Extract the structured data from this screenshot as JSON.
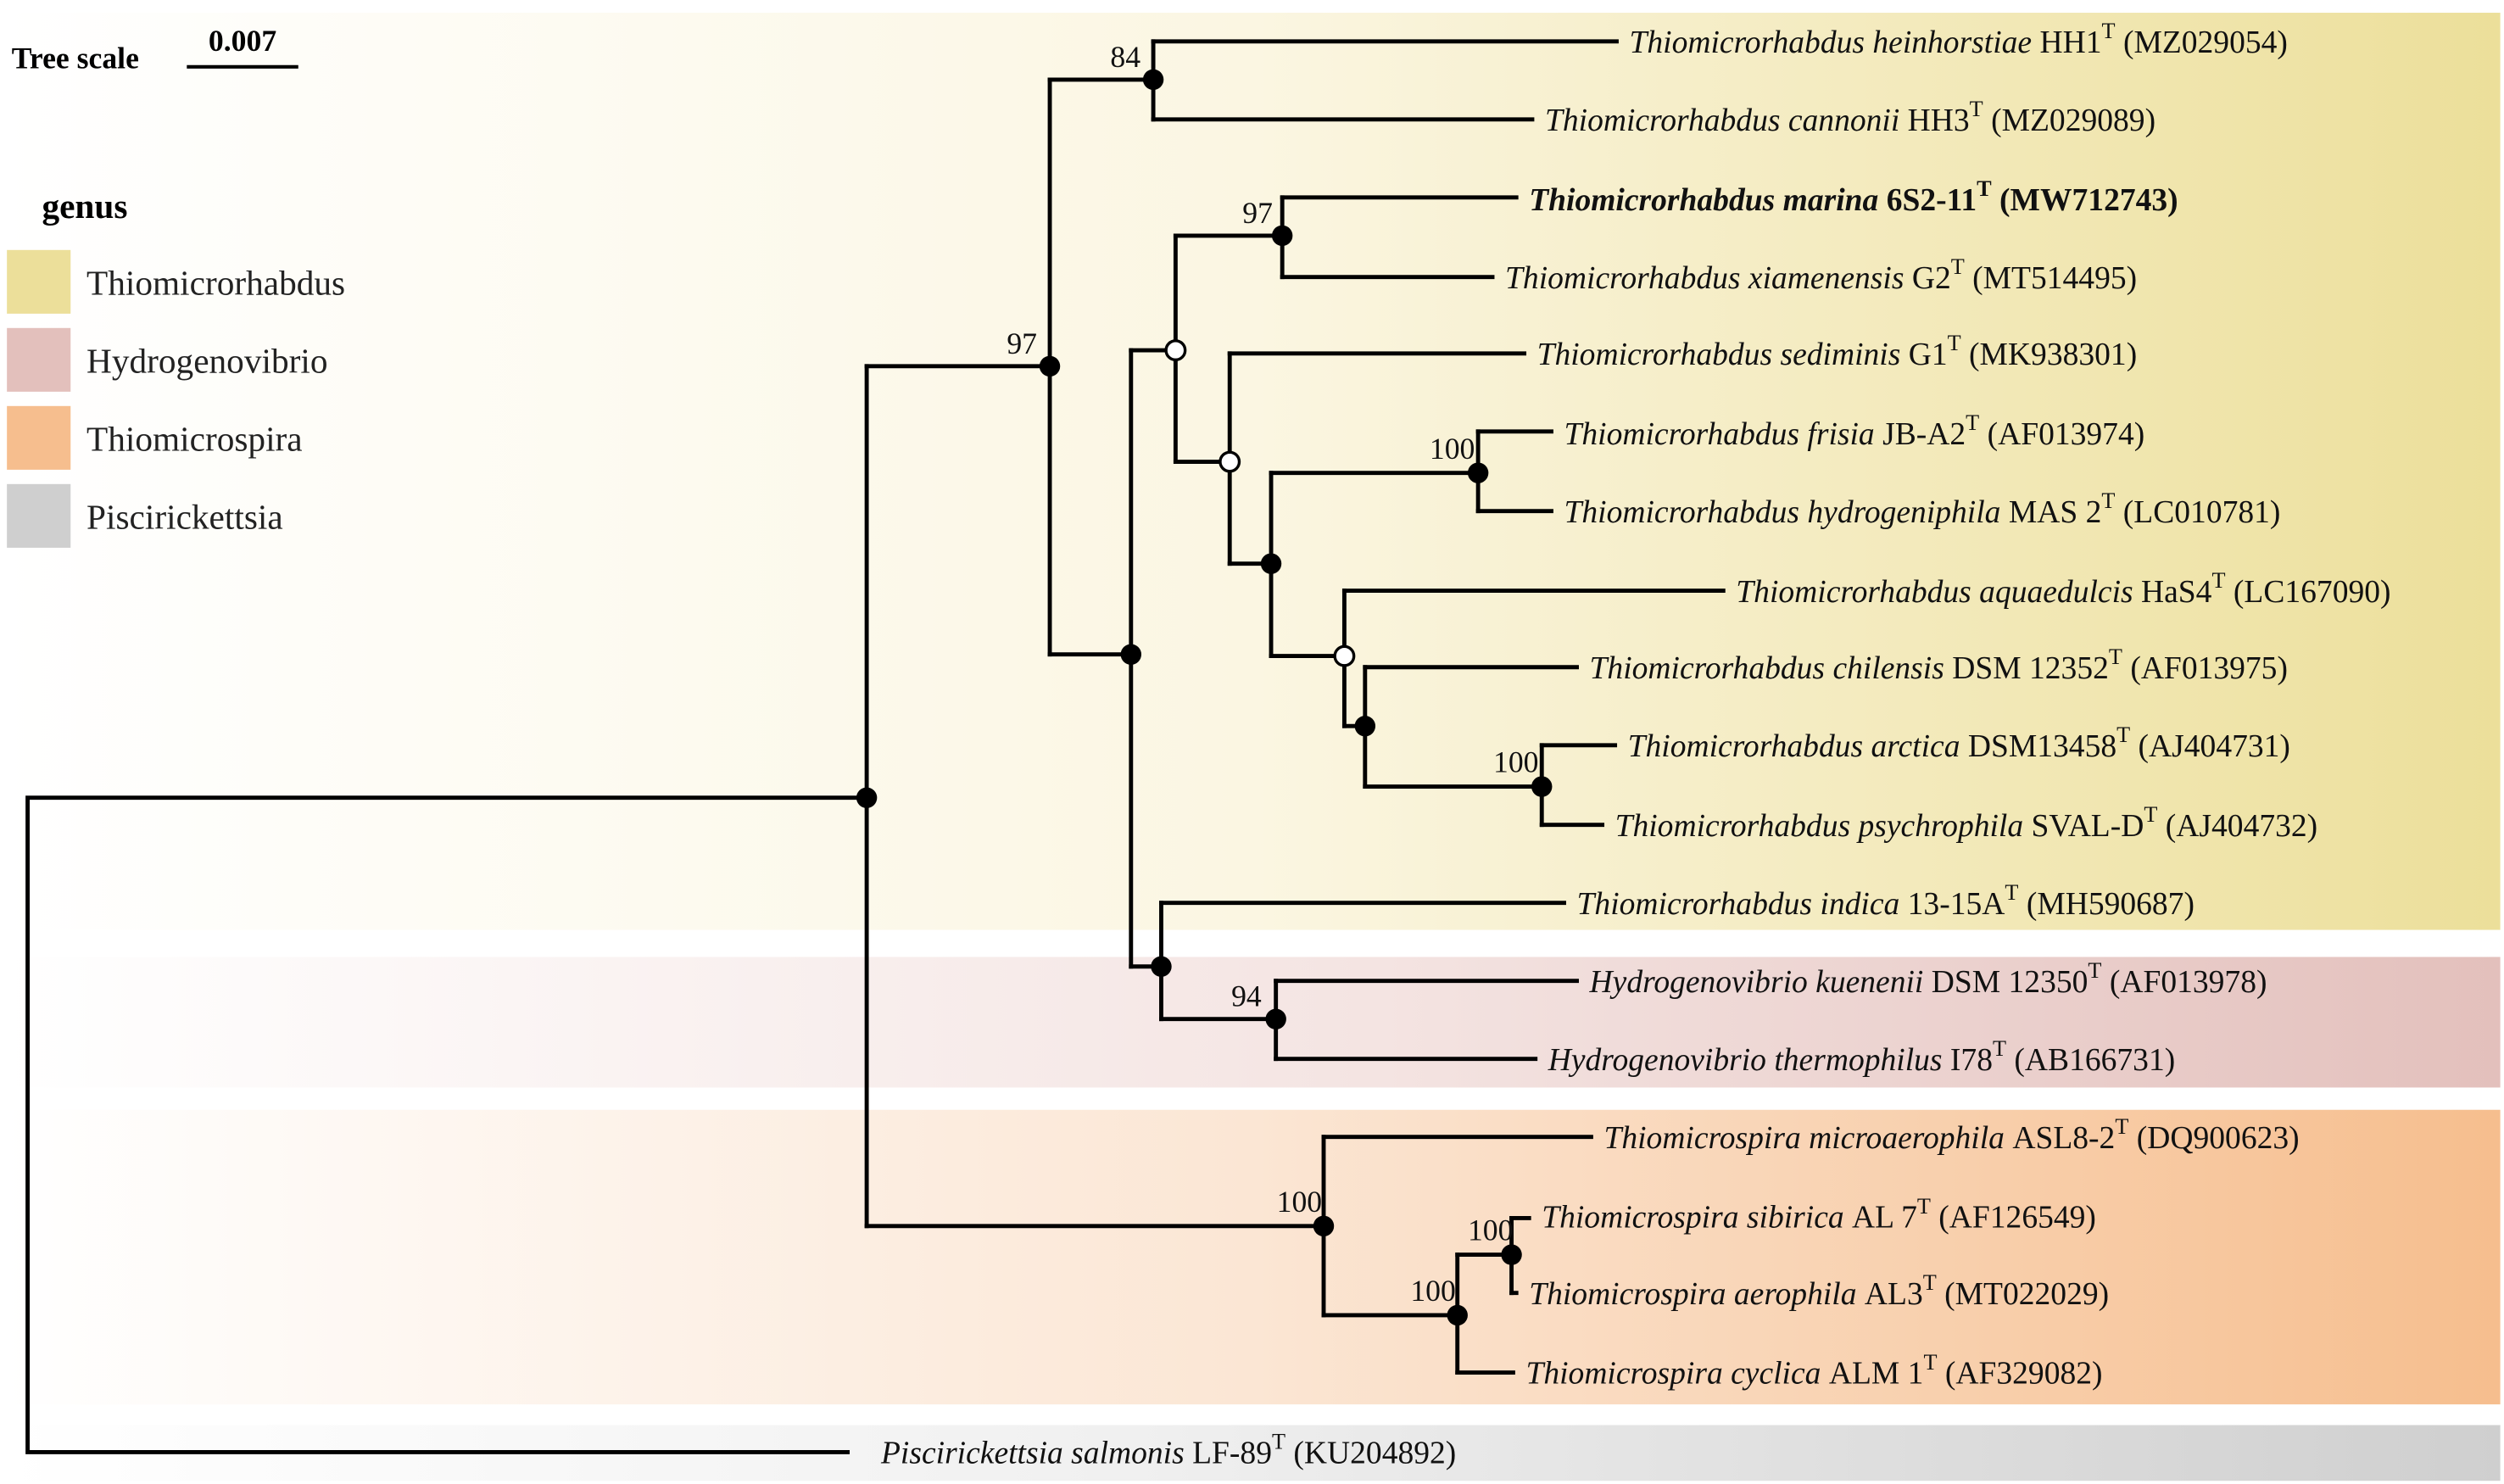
{
  "tree_scale": {
    "label": "Tree scale",
    "value": "0.007"
  },
  "legend": {
    "title": "genus",
    "items": [
      {
        "name": "Thiomicrorhabdus",
        "color": "#ecdf9a"
      },
      {
        "name": "Hydrogenovibrio",
        "color": "#e3c0bc"
      },
      {
        "name": "Thiomicrospira",
        "color": "#f6be8e"
      },
      {
        "name": "Piscirickettsia",
        "color": "#cfcfcf"
      }
    ]
  },
  "leaves": [
    {
      "genus": "Thiomicrorhabdus",
      "species": "heinhorstiae",
      "strain": "HH1",
      "sup": "T",
      "accession": "(MZ029054)",
      "bold": false
    },
    {
      "genus": "Thiomicrorhabdus",
      "species": "cannonii",
      "strain": "HH3",
      "sup": "T",
      "accession": "(MZ029089)",
      "bold": false
    },
    {
      "genus": "Thiomicrorhabdus",
      "species": "marina",
      "strain": "6S2-11",
      "sup": "T",
      "accession": "(MW712743)",
      "bold": true
    },
    {
      "genus": "Thiomicrorhabdus",
      "species": "xiamenensis",
      "strain": "G2",
      "sup": "T",
      "accession": "(MT514495)",
      "bold": false
    },
    {
      "genus": "Thiomicrorhabdus",
      "species": "sediminis",
      "strain": "G1",
      "sup": "T",
      "accession": "(MK938301)",
      "bold": false
    },
    {
      "genus": "Thiomicrorhabdus",
      "species": "frisia",
      "strain": "JB-A2",
      "sup": "T",
      "accession": "(AF013974)",
      "bold": false
    },
    {
      "genus": "Thiomicrorhabdus",
      "species": "hydrogeniphila",
      "strain": "MAS 2",
      "sup": "T",
      "accession": "(LC010781)",
      "bold": false
    },
    {
      "genus": "Thiomicrorhabdus",
      "species": "aquaedulcis",
      "strain": "HaS4",
      "sup": "T",
      "accession": "(LC167090)",
      "bold": false
    },
    {
      "genus": "Thiomicrorhabdus",
      "species": "chilensis",
      "strain": "DSM 12352",
      "sup": "T",
      "accession": "(AF013975)",
      "bold": false
    },
    {
      "genus": "Thiomicrorhabdus",
      "species": "arctica",
      "strain": "DSM13458",
      "sup": "T",
      "accession": "(AJ404731)",
      "bold": false
    },
    {
      "genus": "Thiomicrorhabdus",
      "species": "psychrophila",
      "strain": "SVAL-D",
      "sup": "T",
      "accession": "(AJ404732)",
      "bold": false
    },
    {
      "genus": "Thiomicrorhabdus",
      "species": "indica",
      "strain": "13-15A",
      "sup": "T",
      "accession": "(MH590687)",
      "bold": false
    },
    {
      "genus": "Hydrogenovibrio",
      "species": "kuenenii",
      "strain": "DSM 12350",
      "sup": "T",
      "accession": "(AF013978)",
      "bold": false
    },
    {
      "genus": "Hydrogenovibrio",
      "species": "thermophilus",
      "strain": "I78",
      "sup": "T",
      "accession": "(AB166731)",
      "bold": false
    },
    {
      "genus": "Thiomicrospira",
      "species": "microaerophila",
      "strain": "ASL8-2",
      "sup": "T",
      "accession": "(DQ900623)",
      "bold": false
    },
    {
      "genus": "Thiomicrospira",
      "species": "sibirica",
      "strain": "AL 7",
      "sup": "T",
      "accession": "(AF126549)",
      "bold": false
    },
    {
      "genus": "Thiomicrospira",
      "species": "aerophila",
      "strain": "AL3",
      "sup": "T",
      "accession": "(MT022029)",
      "bold": false
    },
    {
      "genus": "Thiomicrospira",
      "species": "cyclica",
      "strain": "ALM 1",
      "sup": "T",
      "accession": "(AF329082)",
      "bold": false
    },
    {
      "genus": "Piscirickettsia",
      "species": "salmonis",
      "strain": "LF-89",
      "sup": "T",
      "accession": "(KU204892)",
      "bold": false
    }
  ],
  "bootstrap": {
    "heinhorstiae_cannonii": "84",
    "thiomicrorhabdus_group": "97",
    "marina_xiamenensis": "97",
    "frisia_hydrogeniphila": "100",
    "arctica_psychrophila": "100",
    "hydrogenovibrio": "94",
    "thiomicrospira": "100",
    "aerophila_cyclica": "100",
    "sibirica_aerophila": "100"
  }
}
